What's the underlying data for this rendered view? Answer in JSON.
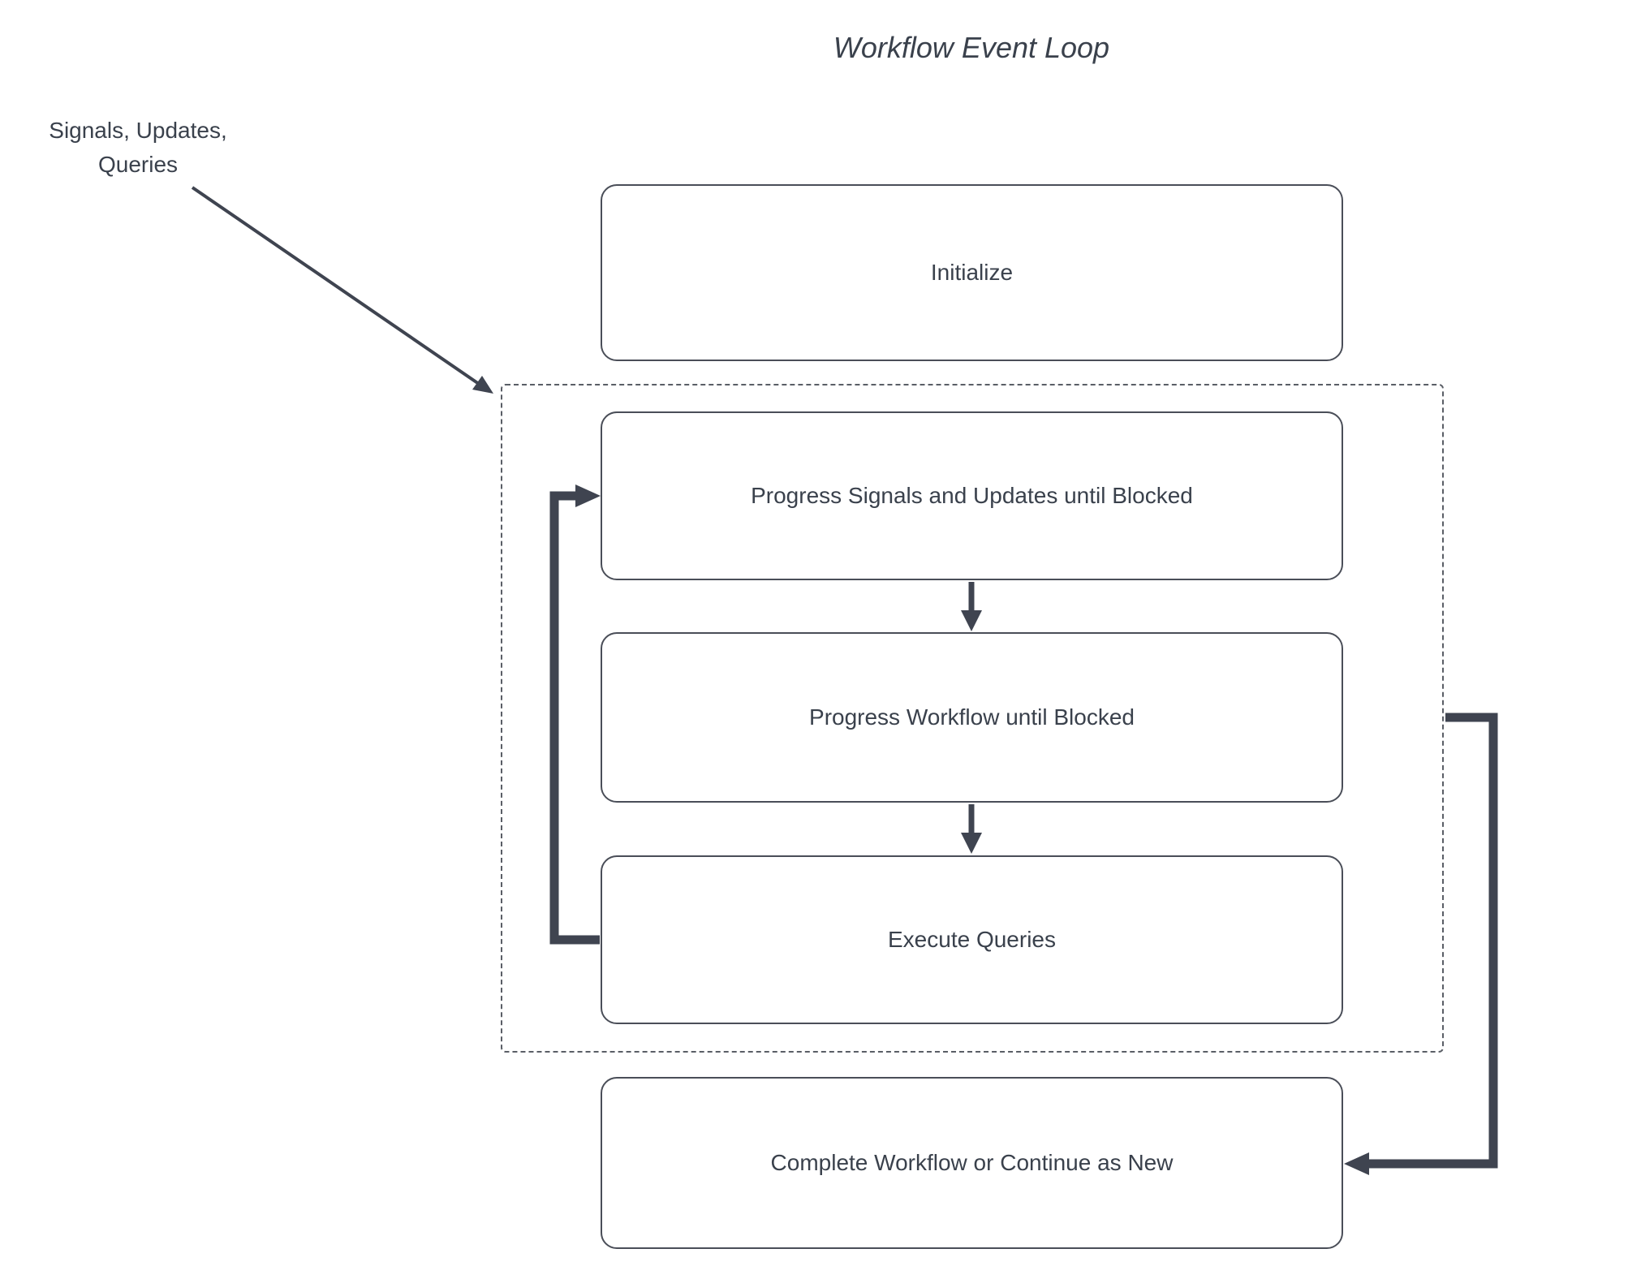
{
  "title": "Workflow Event Loop",
  "annotation": {
    "line1": "Signals, Updates,",
    "line2": "Queries"
  },
  "nodes": {
    "initialize": "Initialize",
    "progress_signals": "Progress Signals and Updates until Blocked",
    "progress_workflow": "Progress Workflow until Blocked",
    "execute_queries": "Execute Queries",
    "complete": "Complete Workflow or Continue as New"
  },
  "arrows": {
    "signals_to_loop": "external events into event loop",
    "progress_signals_to_progress_workflow": "down",
    "progress_workflow_to_execute_queries": "down",
    "execute_queries_back_to_progress_signals": "left loop back",
    "loop_to_complete": "right loop to completion"
  },
  "colors": {
    "stroke": "#3f4450",
    "text": "#3a414c",
    "box_border": "#4a4e58",
    "background": "#ffffff"
  }
}
